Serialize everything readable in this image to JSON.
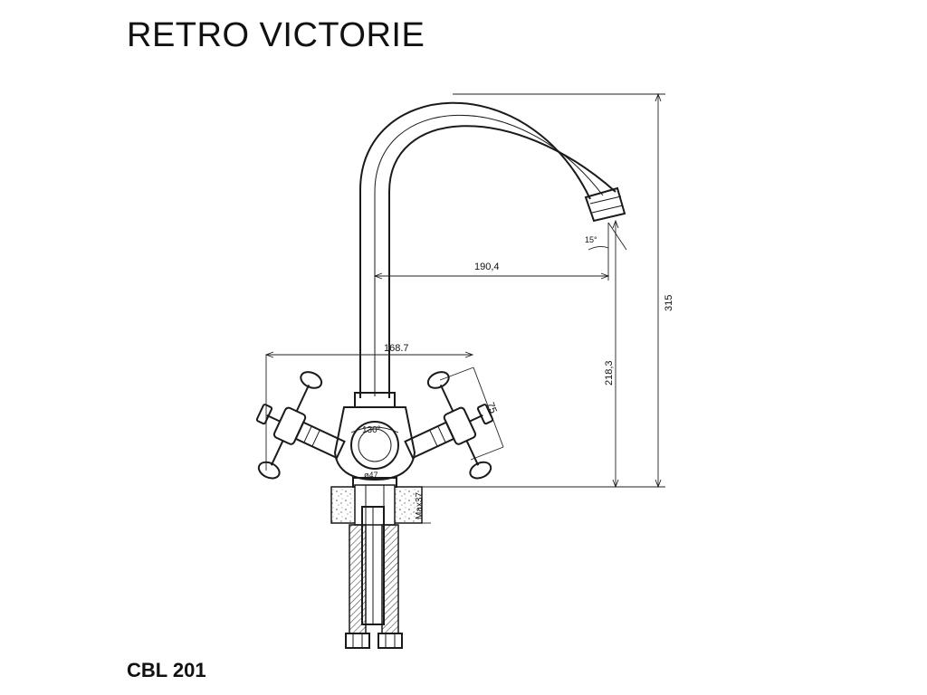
{
  "title": "RETRO VICTORIE",
  "model_code": "CBL 201",
  "dimensions": {
    "spout_reach": "190,4",
    "total_height": "315",
    "outlet_height": "218,3",
    "handles_width": "168.7",
    "handle_height": "75",
    "spout_angle": "15°",
    "handles_angle": "130°",
    "base_diameter": "ø47",
    "max_thickness": "Max37"
  }
}
